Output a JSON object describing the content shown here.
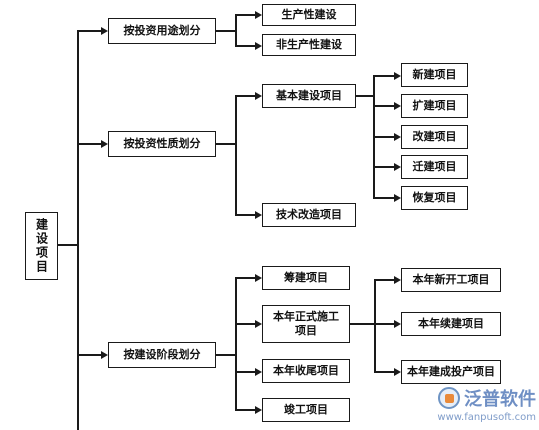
{
  "root": "建设项目",
  "branches": {
    "by_use": "按投资用途划分",
    "by_nature": "按投资性质划分",
    "by_stage": "按建设阶段划分"
  },
  "by_use_items": [
    "生产性建设",
    "非生产性建设"
  ],
  "by_nature_items": {
    "basic": "基本建设项目",
    "tech": "技术改造项目"
  },
  "basic_items": [
    "新建项目",
    "扩建项目",
    "改建项目",
    "迁建项目",
    "恢复项目"
  ],
  "by_stage_items": [
    "筹建项目",
    "本年正式施工\n项目",
    "本年收尾项目",
    "竣工项目"
  ],
  "construction_items": [
    "本年新开工项目",
    "本年续建项目",
    "本年建成投产项目"
  ],
  "watermark": {
    "brand": "泛普软件",
    "url": "www.fanpusoft.com",
    "brand_color": "#6f8fc4"
  }
}
